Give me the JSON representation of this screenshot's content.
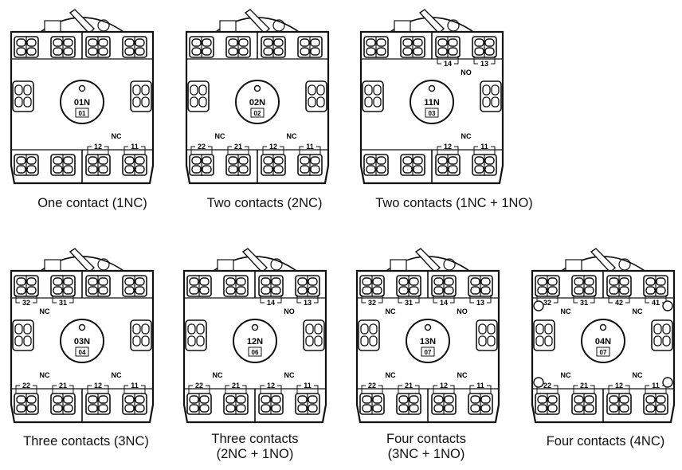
{
  "modules": [
    {
      "code": "01N",
      "subcode": "01",
      "caption": [
        "One contact (1NC)"
      ],
      "top": [],
      "top_types": [],
      "bottom": [
        "",
        "",
        "12",
        "11"
      ],
      "bottom_types": [
        "",
        "NC"
      ]
    },
    {
      "code": "02N",
      "subcode": "02",
      "caption": [
        "Two contacts (2NC)"
      ],
      "top": [],
      "top_types": [],
      "bottom": [
        "22",
        "21",
        "12",
        "11"
      ],
      "bottom_types": [
        "NC",
        "NC"
      ]
    },
    {
      "code": "11N",
      "subcode": "03",
      "caption": [
        "Two contacts (1NC + 1NO)"
      ],
      "top": [
        "",
        "",
        "14",
        "13"
      ],
      "top_types": [
        "",
        "NO"
      ],
      "bottom": [
        "",
        "",
        "12",
        "11"
      ],
      "bottom_types": [
        "",
        "NC"
      ]
    },
    {
      "code": "03N",
      "subcode": "04",
      "caption": [
        "Three contacts (3NC)"
      ],
      "top": [
        "32",
        "31",
        "",
        ""
      ],
      "top_types": [
        "NC",
        ""
      ],
      "bottom": [
        "22",
        "21",
        "12",
        "11"
      ],
      "bottom_types": [
        "NC",
        "NC"
      ]
    },
    {
      "code": "12N",
      "subcode": "06",
      "caption": [
        "Three contacts",
        "(2NC + 1NO)"
      ],
      "top": [
        "",
        "",
        "14",
        "13"
      ],
      "top_types": [
        "",
        "NO"
      ],
      "bottom": [
        "22",
        "21",
        "12",
        "11"
      ],
      "bottom_types": [
        "NC",
        "NC"
      ]
    },
    {
      "code": "13N",
      "subcode": "07",
      "caption": [
        "Four contacts",
        "(3NC + 1NO)"
      ],
      "top": [
        "32",
        "31",
        "14",
        "13"
      ],
      "top_types": [
        "NC",
        "NO"
      ],
      "bottom": [
        "22",
        "21",
        "12",
        "11"
      ],
      "bottom_types": [
        "NC",
        "NC"
      ]
    },
    {
      "code": "04N",
      "subcode": "07",
      "caption": [
        "Four contacts (4NC)"
      ],
      "top": [
        "32",
        "31",
        "42",
        "41"
      ],
      "top_types": [
        "NC",
        "NC"
      ],
      "bottom": [
        "22",
        "21",
        "12",
        "11"
      ],
      "bottom_types": [
        "NC",
        "NC"
      ]
    }
  ],
  "colors": {
    "line": "#111111",
    "background": "#ffffff"
  }
}
